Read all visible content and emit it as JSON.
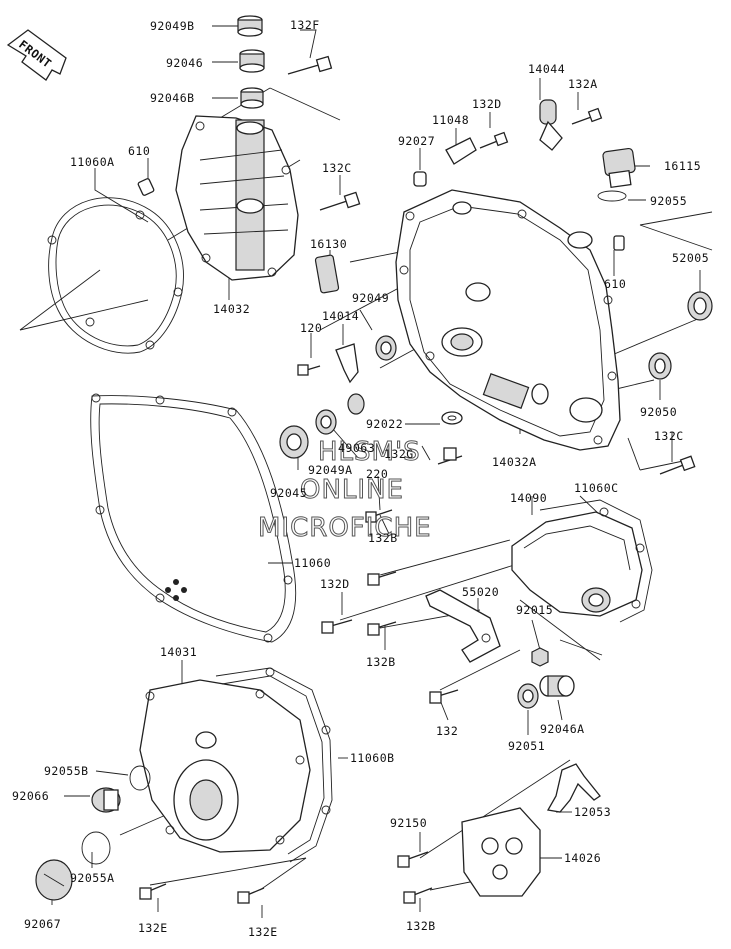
{
  "front_badge": "FRONT",
  "watermark": [
    "HLSM'S",
    "ONLINE",
    "MICROFICHE"
  ],
  "parts": [
    "92049B",
    "92046",
    "92046B",
    "132F",
    "610",
    "11060A",
    "132C",
    "14032",
    "16130",
    "14044",
    "132A",
    "11048",
    "132D",
    "92027",
    "16115",
    "92055",
    "610",
    "52005",
    "92049",
    "14014",
    "120",
    "92022",
    "92050",
    "49063",
    "132G",
    "14032A",
    "132C",
    "92049A",
    "92045",
    "220",
    "14090",
    "11060C",
    "132B",
    "11060",
    "132D",
    "55020",
    "92015",
    "132B",
    "132",
    "92051",
    "92046A",
    "14031",
    "92055B",
    "11060B",
    "92066",
    "12053",
    "92150",
    "14026",
    "92055A",
    "92067",
    "132E",
    "132E",
    "132B"
  ]
}
